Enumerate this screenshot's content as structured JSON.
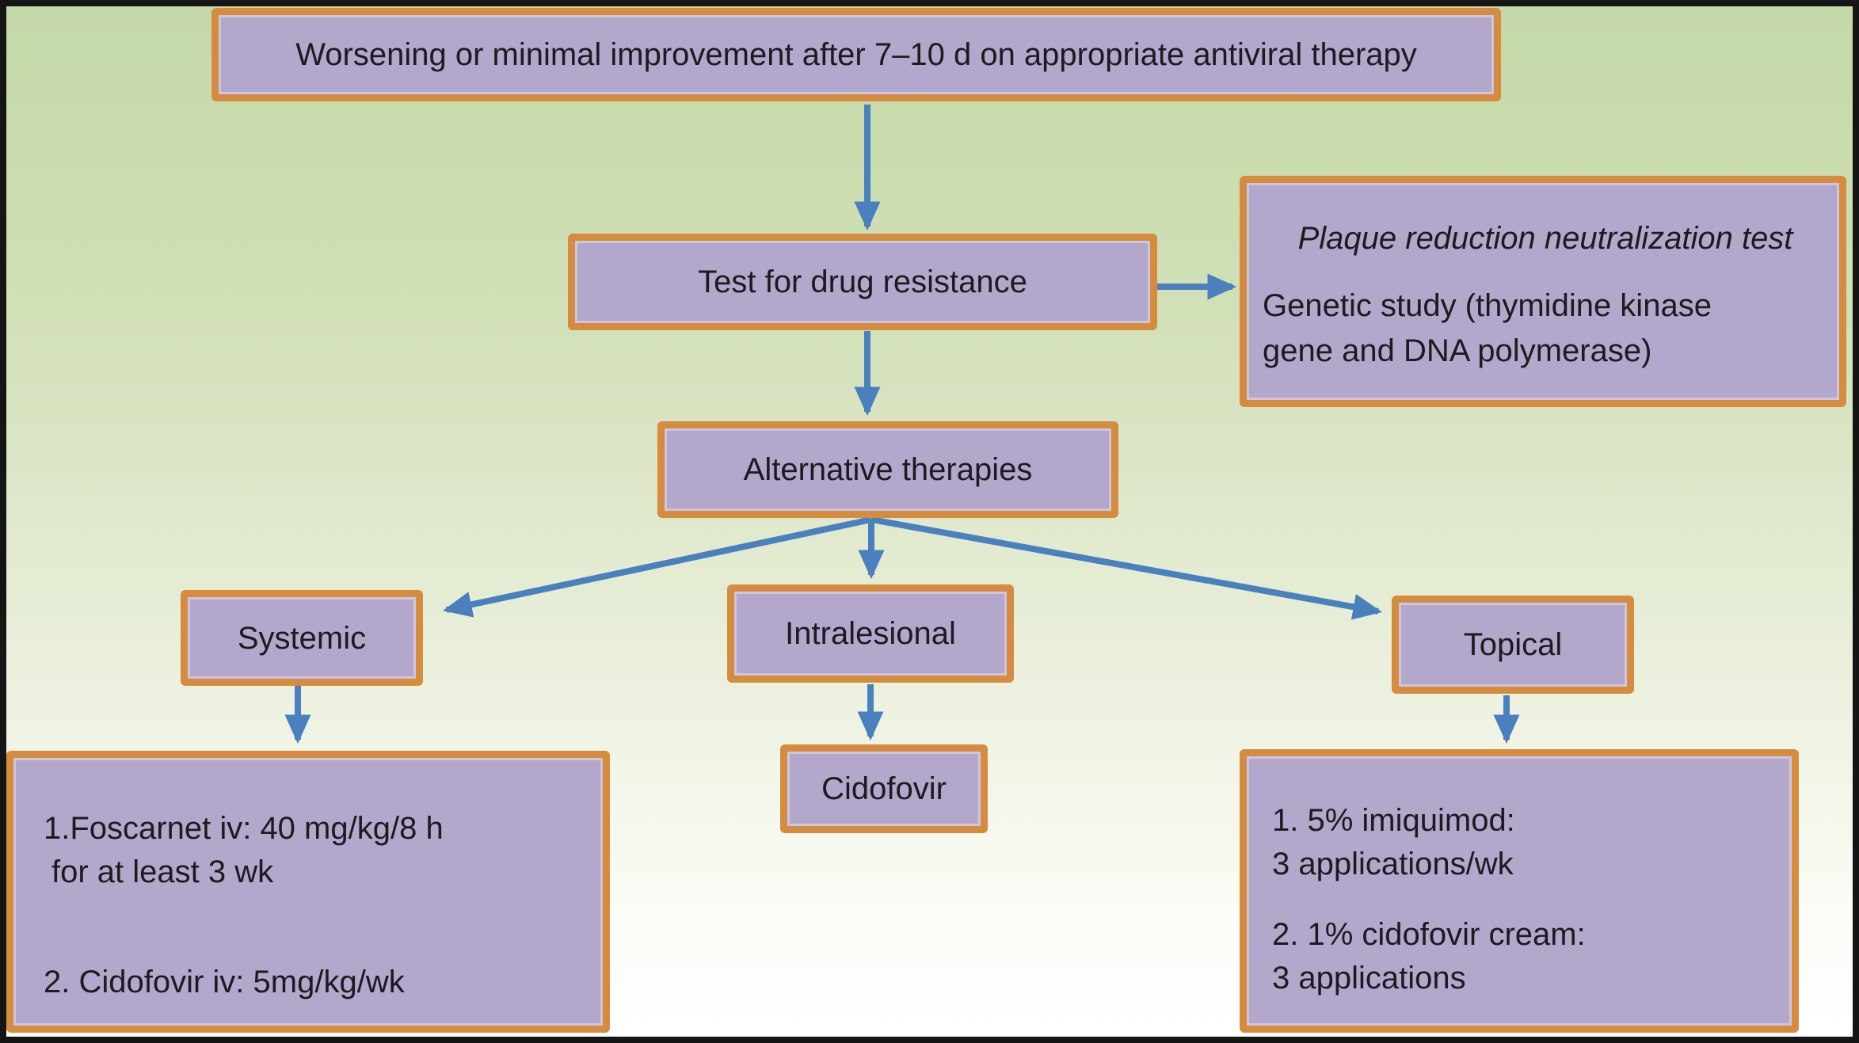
{
  "diagram": {
    "nodes": {
      "worsening": {
        "label": "Worsening or minimal improvement after 7–10 d on appropriate antiviral therapy"
      },
      "test": {
        "label": "Test for drug resistance"
      },
      "resistance_tests": {
        "line1": "Plaque reduction neutralization test",
        "line2": "Genetic study (thymidine kinase",
        "line3": "gene and DNA polymerase)"
      },
      "alternative": {
        "label": "Alternative therapies"
      },
      "systemic": {
        "label": "Systemic"
      },
      "intralesional": {
        "label": "Intralesional"
      },
      "topical": {
        "label": "Topical"
      },
      "systemic_detail": {
        "line1": "1.Foscarnet iv: 40 mg/kg/8 h",
        "line2": "for at least 3 wk",
        "line3": "2. Cidofovir iv: 5mg/kg/wk"
      },
      "cidofovir": {
        "label": "Cidofovir"
      },
      "topical_detail": {
        "line1": "1. 5% imiquimod:",
        "line2": "3 applications/wk",
        "line3": "2. 1% cidofovir cream:",
        "line4": "3 applications"
      }
    },
    "colors": {
      "background_top": "#c5d8a8",
      "background_bottom": "#ffffff",
      "node_fill": "#b3a7cc",
      "node_border": "#d68c3e",
      "arrow": "#4a80bd",
      "outer_border": "#151515",
      "text": "#1c1b20"
    }
  }
}
